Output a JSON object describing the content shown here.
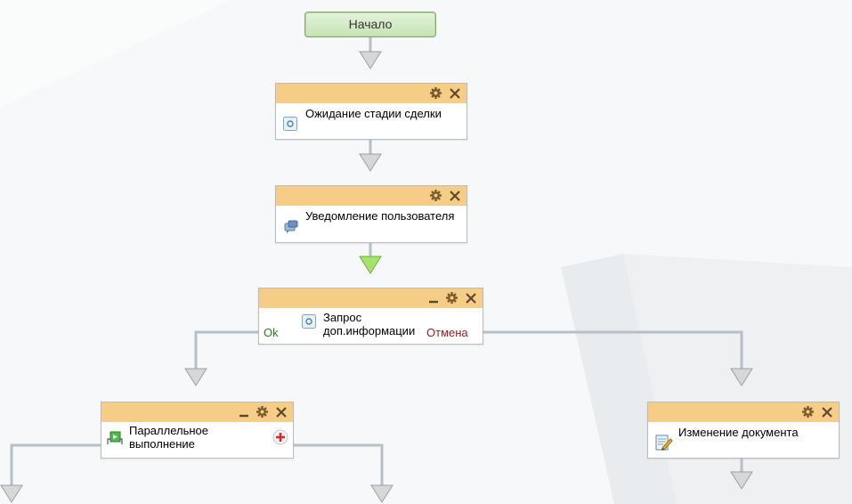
{
  "start": {
    "label": "Начало"
  },
  "blocks": [
    {
      "title": "Ожидание стадии сделки",
      "icon": "wait-stage-icon"
    },
    {
      "title": "Уведомление пользователя",
      "icon": "notify-user-icon"
    },
    {
      "title_line1": "Запрос",
      "title_line2": "доп.информации (с",
      "branch_ok": "Ok",
      "branch_cancel": "Отмена",
      "icon": "request-info-icon"
    },
    {
      "title_line1": "Параллельное",
      "title_line2": "выполнение",
      "icon": "parallel-icon"
    },
    {
      "title": "Изменение документа",
      "icon": "edit-document-icon"
    }
  ],
  "colors": {
    "block_header": "#f5cd87",
    "start_fill": "#c6e3b4",
    "connector": "#b7c0c8",
    "arrow_active": "#a6e36b",
    "arrow_inactive": "#d5d7d9"
  }
}
